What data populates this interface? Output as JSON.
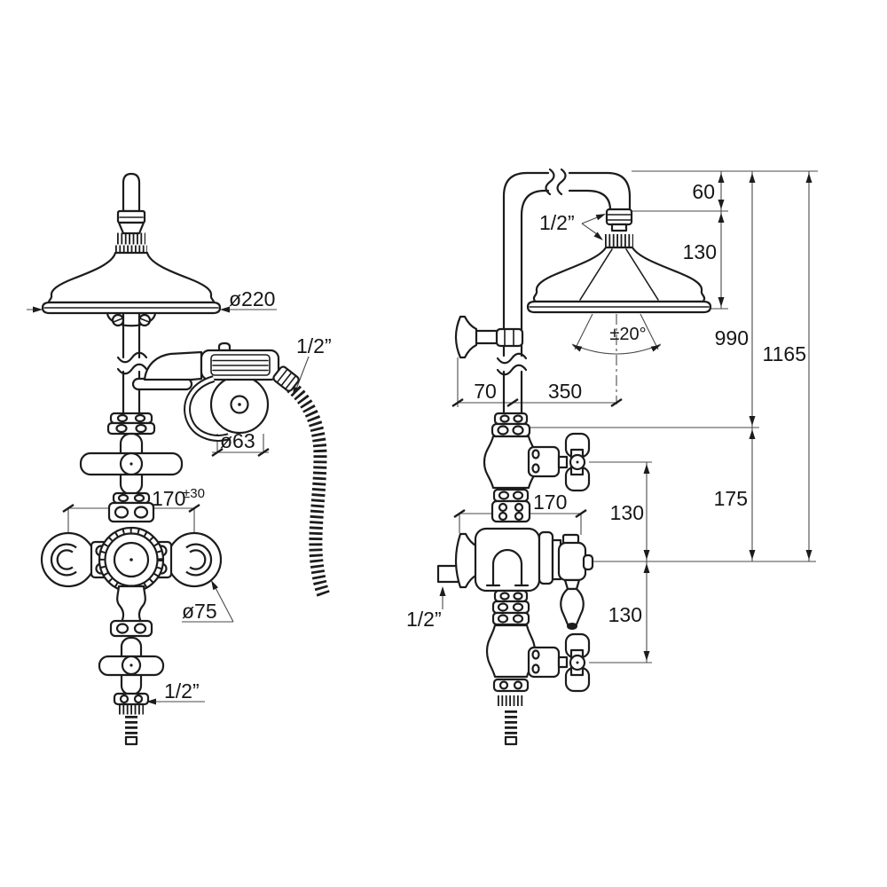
{
  "drawing": {
    "kind": "technical dimension drawing",
    "subject": "thermostatic shower column with overhead shower and hand shower",
    "background_color": "#ffffff",
    "line_color": "#1c1c1c"
  },
  "front_view": {
    "head_diameter": "ø220",
    "handshower_connection": "1/2”",
    "holder_diameter": "ø63",
    "inlet_spacing": "170",
    "inlet_tolerance": "±30",
    "escutcheon_diameter": "ø75",
    "bottom_connection": "1/2”"
  },
  "side_view": {
    "head_connection": "1/2”",
    "dim_60": "60",
    "dim_130_head": "130",
    "dim_70": "70",
    "dim_350": "350",
    "spray_angle": "±20°",
    "dim_990": "990",
    "dim_1165": "1165",
    "dim_175": "175",
    "dim_130_upper": "130",
    "dim_170_depth": "170",
    "dim_130_lower": "130",
    "inlet_connection": "1/2”"
  }
}
